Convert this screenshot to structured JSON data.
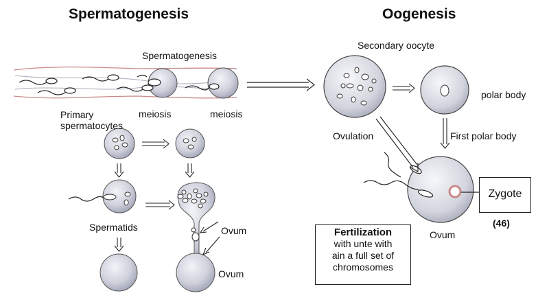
{
  "titles": {
    "left": "Spermatogenesis",
    "right": "Oogenesis"
  },
  "labels": {
    "spermatogenesis": "Spermatogenesis",
    "meiosis_1": "meiosis",
    "meiosis_2": "meiosis",
    "primary_line1": "Primary",
    "primary_line2": "spermatocytes",
    "spermatids": "Spermatids",
    "ovum_1": "Ovum",
    "ovum_2": "Ovum",
    "secondary_oocyte": "Secondary oocyte",
    "polar_body": "polar body",
    "first_polar_body": "First polar body",
    "ovulation": "Ovulation",
    "ovum_right": "Ovum",
    "zygote": "Zygote",
    "zygote_count": "(46)"
  },
  "fertilization": {
    "title": "Fertilization",
    "line1": "with unte with",
    "line2": "ain a full set of",
    "line3": "chromosomes"
  },
  "colors": {
    "cell_fill": "#c9cbd6",
    "cell_light": "#eceef4",
    "nucleus_fill": "#ffffff",
    "tube_line": "#c98a8a",
    "accent_nucleus": "#e8a0a8"
  }
}
